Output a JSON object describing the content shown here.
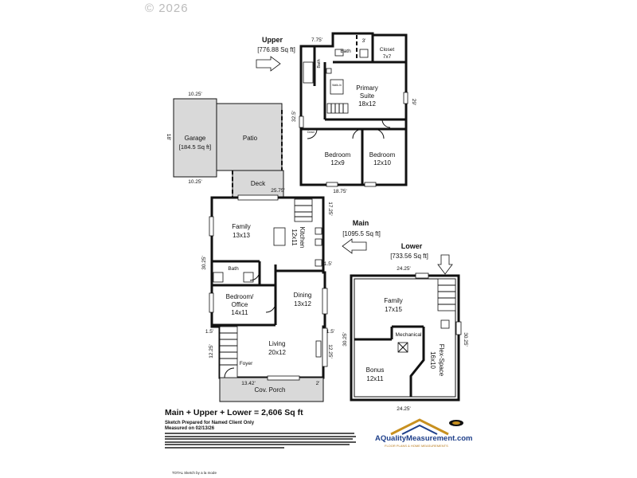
{
  "copyright": "© 2026",
  "floors": {
    "upper": {
      "name": "Upper",
      "area": "[776.88 Sq ft]"
    },
    "main": {
      "name": "Main",
      "area": "[1095.5 Sq ft]"
    },
    "lower": {
      "name": "Lower",
      "area": "[733.56 Sq ft]"
    }
  },
  "rooms": {
    "garage": {
      "name": "Garage",
      "area": "[184.5 Sq ft]"
    },
    "patio": "Patio",
    "deck": "Deck",
    "bath_upper": "Bath",
    "closet": {
      "name": "Closet",
      "size": "7x7"
    },
    "primary": {
      "name1": "Primary",
      "name2": "Suite",
      "size": "18x12"
    },
    "bed1": {
      "name": "Bedroom",
      "size": "12x9"
    },
    "bed2": {
      "name": "Bedroom",
      "size": "12x10"
    },
    "bath_side": "Bath",
    "walkin": "Walk-In",
    "down": "Down",
    "family_main": {
      "name": "Family",
      "size": "13x13"
    },
    "kitchen": {
      "name": "Kitchen",
      "size": "12x11"
    },
    "bath_main": "Bath",
    "bedroom_office": {
      "name1": "Bedroom/",
      "name2": "Office",
      "size": "14x11"
    },
    "dining": {
      "name": "Dining",
      "size": "13x12"
    },
    "living": {
      "name": "Living",
      "size": "20x12"
    },
    "foyer": "Foyer",
    "porch": "Cov. Porch",
    "family_lower": {
      "name": "Family",
      "size": "17x15"
    },
    "mechanical": "Mechanical",
    "flex": {
      "name": "Flex-Space",
      "size": "16x10"
    },
    "bonus": {
      "name": "Bonus",
      "size": "12x11"
    }
  },
  "dimensions": {
    "upper_top": "7.75'",
    "upper_3": "3'",
    "upper_left": "32.5'",
    "upper_right": "29'",
    "upper_bottom": "18.75'",
    "garage_top": "10.25'",
    "garage_bottom": "10.25'",
    "garage_side": "18'",
    "main_top": "25.75'",
    "main_right": "17.25'",
    "main_left": "30.25'",
    "main_15a": "1.5'",
    "main_15b": "1.5'",
    "main_15c": "1.5'",
    "main_1225a": "12.25'",
    "main_1225b": "12.25'",
    "porch_len": "13.42'",
    "porch_2": "2'",
    "lower_top": "24.25'",
    "lower_bottom": "24.25'",
    "lower_left": "30.25'",
    "lower_right": "30.25'"
  },
  "footer": {
    "total": "Main + Upper + Lower = 2,606 Sq ft",
    "line1": "Sketch Prepared for Named Client Only",
    "line2": "Measured on 02/13/26",
    "logo": "AQualityMeasurement.com",
    "logo_sub": "FLOOR PLANS & HOME MEASUREMENTS",
    "note": "TOTAL Sketch by a la mode"
  },
  "colors": {
    "logo_blue": "#1e3f8a",
    "logo_gold": "#c8901f",
    "copyright_gray": "#bbbbbb"
  }
}
